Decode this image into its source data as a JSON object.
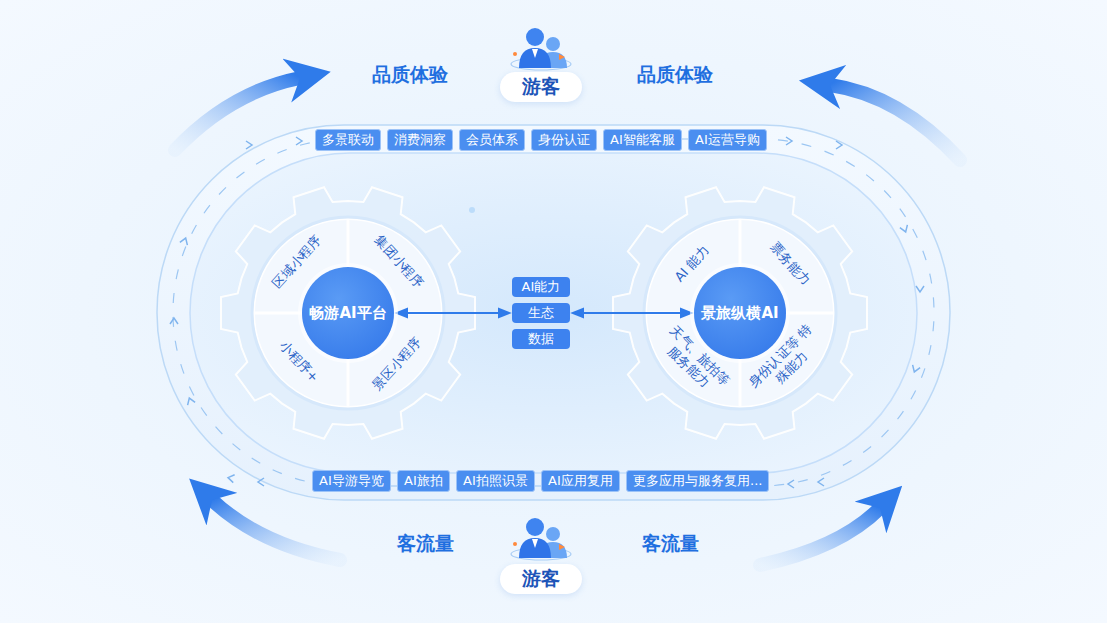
{
  "diagram": {
    "nodes": [
      {
        "text": [
          "游客"
        ]
      },
      {
        "text": [
          "多景联动"
        ]
      },
      {
        "text": [
          "消费洞察"
        ]
      },
      {
        "text": [
          "会员体系"
        ]
      },
      {
        "text": [
          "身份认证"
        ]
      },
      {
        "text": [
          "AI智能客服"
        ]
      },
      {
        "text": [
          "AI运营导购"
        ]
      },
      {
        "text": [
          "畅游AI平台"
        ]
      },
      {
        "text": [
          "AI能力"
        ]
      },
      {
        "text": [
          "生态"
        ]
      },
      {
        "text": [
          "数据"
        ]
      },
      {
        "text": [
          "景旅纵横AI"
        ]
      },
      {
        "text": [
          "AI导游导览"
        ]
      },
      {
        "text": [
          "AI旅拍"
        ]
      },
      {
        "text": [
          "AI拍照识景"
        ]
      },
      {
        "text": [
          "AI应用复用"
        ]
      },
      {
        "text": [
          "更多应用与服务复用..."
        ]
      },
      {
        "text": [
          "游客"
        ]
      }
    ],
    "edges": [
      {
        "from": 7,
        "to": 9,
        "arrow": "both"
      },
      {
        "from": 9,
        "to": 11,
        "arrow": "both"
      }
    ],
    "labels": [
      "品质体验",
      "品质体验",
      "区域小程序",
      "集团小程序",
      "小程序+",
      "景区小程序",
      "AI 能力",
      "票务能力",
      "天气、旅拍等 服务能力",
      "身份认证等 特殊能力",
      "客流量",
      "客流量"
    ]
  }
}
